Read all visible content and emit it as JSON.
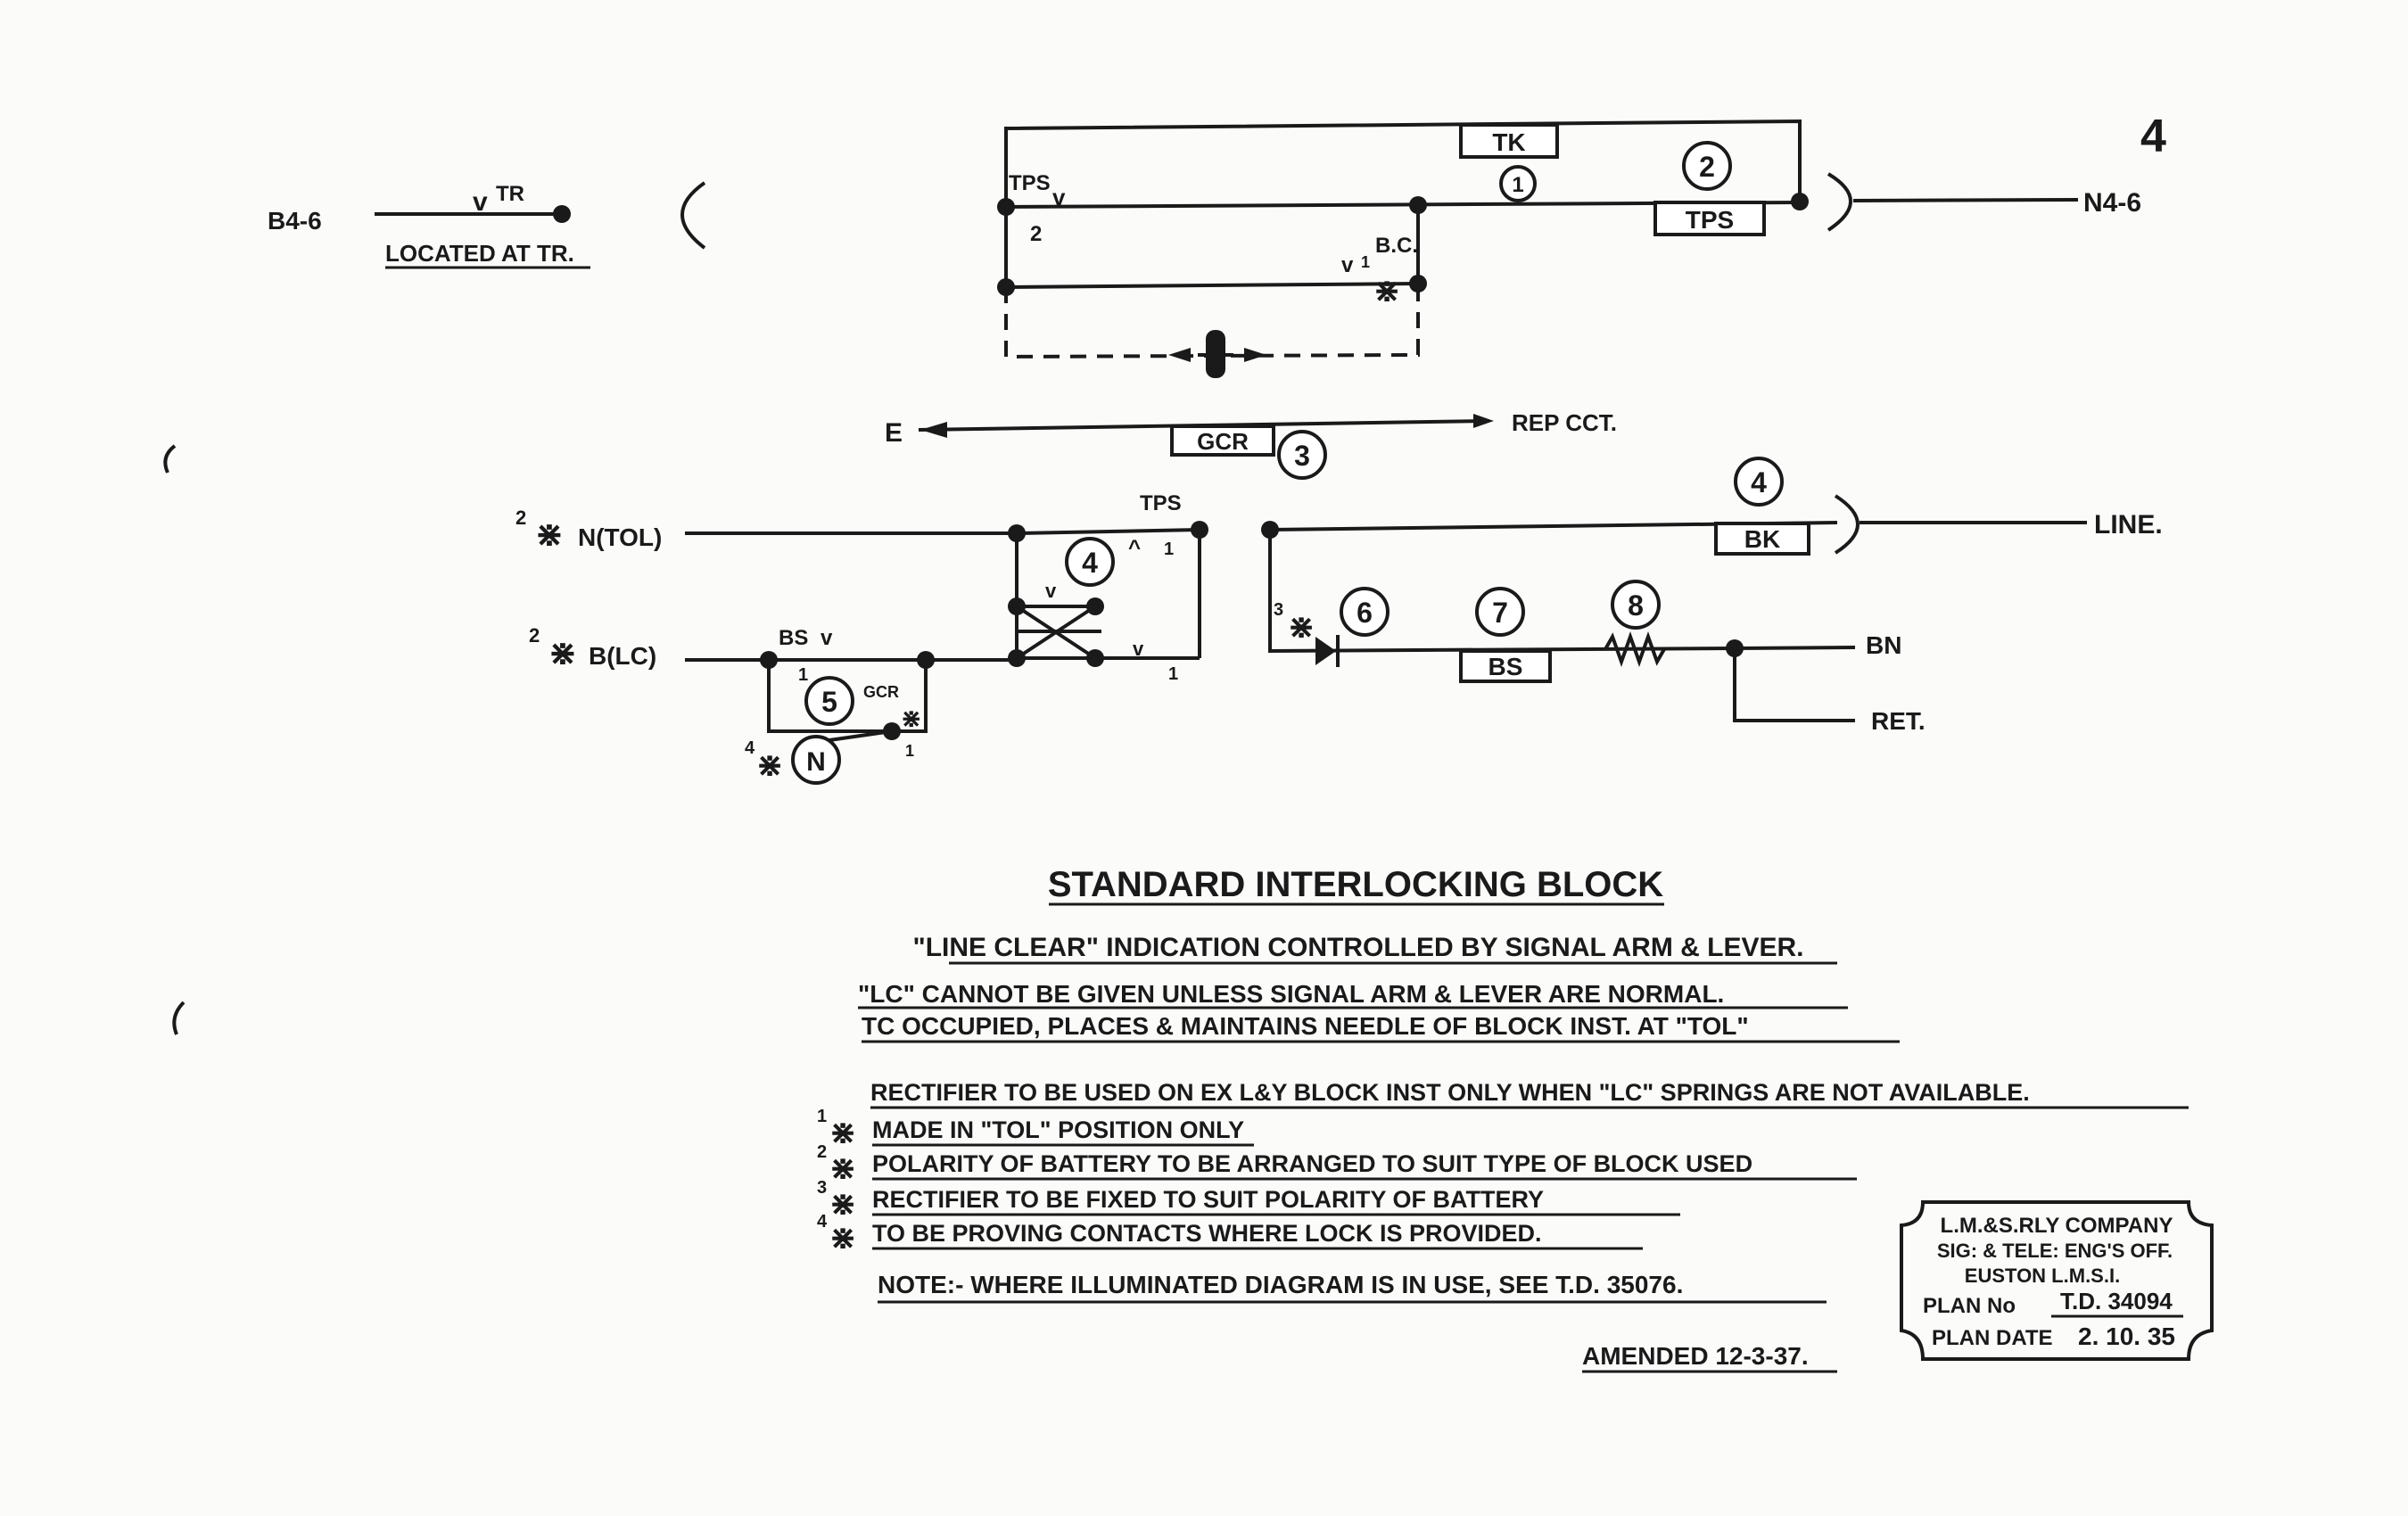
{
  "sheet_number": "4",
  "circuit": {
    "left_terminal": "B4-6",
    "tr_label": "TR",
    "located_note": "LOCATED AT TR.",
    "tps_top": "TPS",
    "tps_top_note": "2",
    "tk_label": "TK",
    "tk_num": "1",
    "tps_box": "TPS",
    "tps_num": "2",
    "right_terminal": "N4-6",
    "bc_label": "B.C.",
    "bc_note": "1",
    "e_label": "E",
    "gcr_label": "GCR",
    "gcr_num": "3",
    "rep_label": "REP CCT.",
    "n_tol_note": "2",
    "n_tol": "N(TOL)",
    "b_lc_note": "2",
    "b_lc": "B(LC)",
    "tps_mid": "TPS",
    "tps_mid_note": "1",
    "tps_low_note": "1",
    "contact4_num": "4",
    "bs_v": "BS",
    "bs_note": "1",
    "box5_num": "5",
    "gcr_small": "GCR",
    "gcr_small_note": "1",
    "n_note": "4",
    "n_circle": "N",
    "rect6_note": "3",
    "num6": "6",
    "num7": "7",
    "bs_box": "BS",
    "num8": "8",
    "bk_num": "4",
    "bk_label": "BK",
    "line_label": "LINE.",
    "bn_label": "BN",
    "ret_label": "RET."
  },
  "title_block": {
    "title": "STANDARD INTERLOCKING BLOCK",
    "subtitle": "\"LINE CLEAR\" INDICATION CONTROLLED BY SIGNAL ARM & LEVER.",
    "line1": "\"LC\" CANNOT BE GIVEN UNLESS SIGNAL ARM & LEVER ARE NORMAL.",
    "line2": "TC OCCUPIED, PLACES & MAINTAINS NEEDLE OF BLOCK INST. AT \"TOL\"",
    "rectifier_note": "RECTIFIER TO BE USED ON EX L&Y BLOCK INST ONLY WHEN \"LC\" SPRINGS ARE NOT AVAILABLE.",
    "footnotes": [
      {
        "num": "1",
        "text": "MADE IN \"TOL\" POSITION ONLY"
      },
      {
        "num": "2",
        "text": "POLARITY OF BATTERY TO BE ARRANGED TO SUIT TYPE OF BLOCK USED"
      },
      {
        "num": "3",
        "text": "RECTIFIER TO BE FIXED TO SUIT POLARITY OF BATTERY"
      },
      {
        "num": "4",
        "text": "TO BE PROVING CONTACTS WHERE LOCK IS PROVIDED."
      }
    ],
    "note": "NOTE:- WHERE ILLUMINATED DIAGRAM IS IN USE, SEE T.D. 35076.",
    "amended": "AMENDED 12-3-37."
  },
  "stamp": {
    "line1": "L.M.&S.RLY COMPANY",
    "line2": "SIG: & TELE: ENG'S OFF.",
    "line3": "EUSTON L.M.S.I.",
    "plan_no_label": "PLAN No",
    "plan_no": "T.D. 34094",
    "plan_date_label": "PLAN DATE",
    "plan_date": "2. 10. 35"
  }
}
